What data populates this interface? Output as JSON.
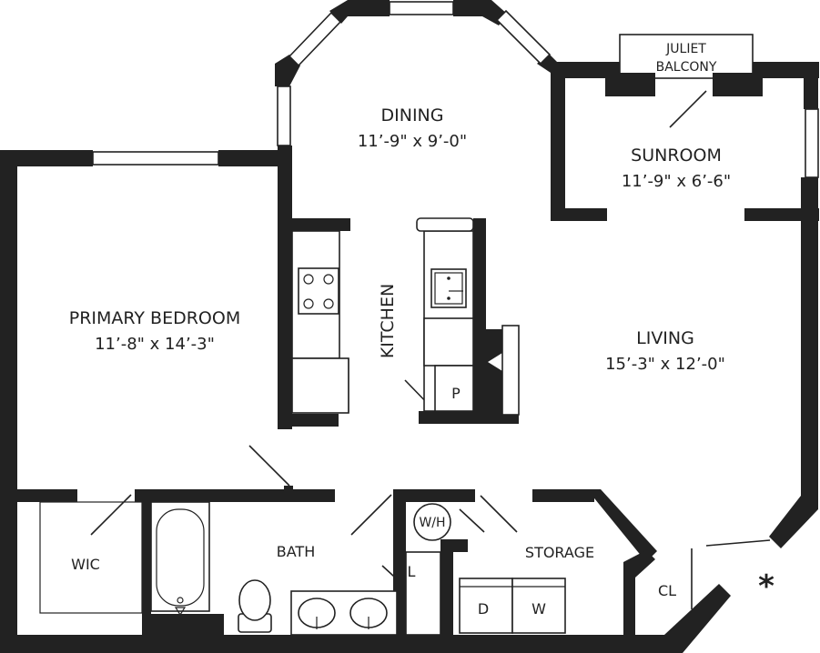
{
  "rooms": {
    "dining": {
      "name": "DINING",
      "dims": "11’-9\" x 9’-0\""
    },
    "sunroom": {
      "name": "SUNROOM",
      "dims": "11’-9\" x 6’-6\""
    },
    "primary_bedroom": {
      "name": "PRIMARY BEDROOM",
      "dims": "11’-8\" x 14’-3\""
    },
    "living": {
      "name": "LIVING",
      "dims": "15’-3\" x 12’-0\""
    },
    "kitchen": {
      "name": "KITCHEN"
    },
    "bath": {
      "name": "BATH"
    },
    "storage": {
      "name": "STORAGE"
    },
    "wic": {
      "name": "WIC"
    },
    "closet": {
      "name": "CL"
    }
  },
  "balcony": {
    "line1": "JULIET",
    "line2": "BALCONY"
  },
  "fixtures": {
    "pantry": "P",
    "water_heater": "W/H",
    "linen": "L",
    "dryer": "D",
    "washer": "W"
  },
  "marker": "*"
}
